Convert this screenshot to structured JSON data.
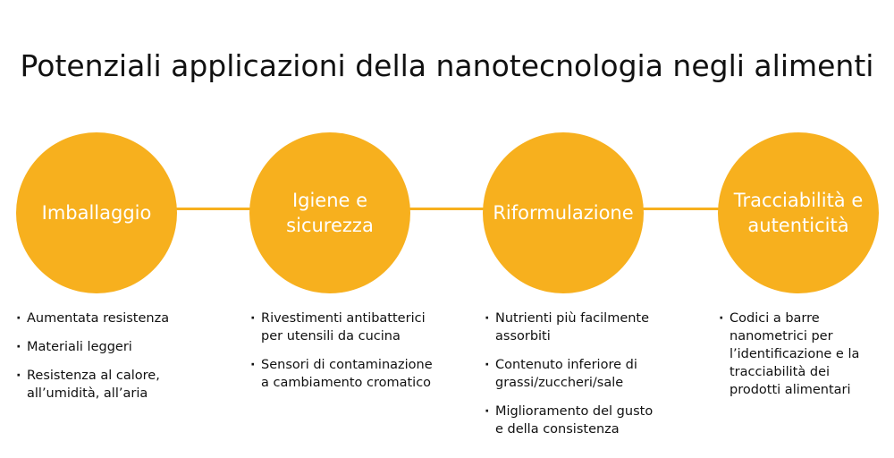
{
  "title": "Potenziali applicazioni della nanotecnologia negli alimenti",
  "colors": {
    "accent": "#f7b01e",
    "circle_text": "#ffffff",
    "text": "#111111"
  },
  "stages": [
    {
      "label": "Imballaggio",
      "bullets": [
        "Aumentata resistenza",
        "Materiali leggeri",
        "Resistenza al calore, all’umidità, all’aria"
      ]
    },
    {
      "label": "Igiene e sicurezza",
      "bullets": [
        "Rivestimenti antibatterici per utensili da cucina",
        "Sensori di contaminazione a cambiamento cromatico"
      ]
    },
    {
      "label": "Riformulazione",
      "bullets": [
        "Nutrienti più facilmente assorbiti",
        "Contenuto inferiore di grassi/zuccheri/sale",
        "Miglioramento del gusto e della consistenza"
      ]
    },
    {
      "label": "Tracciabilità e autenticità",
      "bullets": [
        "Codici a barre nanometrici per l’identificazione e la tracciabilità dei prodotti alimentari"
      ]
    }
  ]
}
